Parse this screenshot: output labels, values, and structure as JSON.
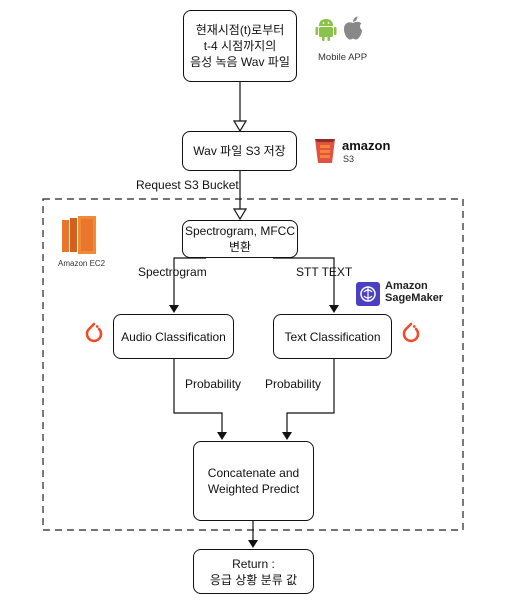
{
  "nodes": {
    "capture": "현재시점(t)로부터\nt-4 시점까지의\n음성 녹음 Wav 파일",
    "store": "Wav 파일 S3 저장",
    "spectro": "Spectrogram, MFCC\n변환",
    "audio": "Audio Classification",
    "text": "Text Classification",
    "concat": "Concatenate and\nWeighted Predict",
    "result": "Return :\n응급 상황 분류 값"
  },
  "edges": {
    "request": "Request S3 Bucket",
    "spectrogram": "Spectrogram",
    "stt": "STT TEXT",
    "prob_audio": "Probability",
    "prob_text": "Probability"
  },
  "logos": {
    "mobile_app": "Mobile APP",
    "s3_word": "amazon",
    "s3_sub": "S3",
    "ec2": "Amazon EC2",
    "sagemaker_1": "Amazon",
    "sagemaker_2": "SageMaker"
  },
  "colors": {
    "android": "#8bc34a",
    "apple": "#888888",
    "aws_red": "#e05243",
    "aws_orange": "#e8762b",
    "sagemaker": "#4b3fc4",
    "pytorch": "#ee4c2c"
  }
}
